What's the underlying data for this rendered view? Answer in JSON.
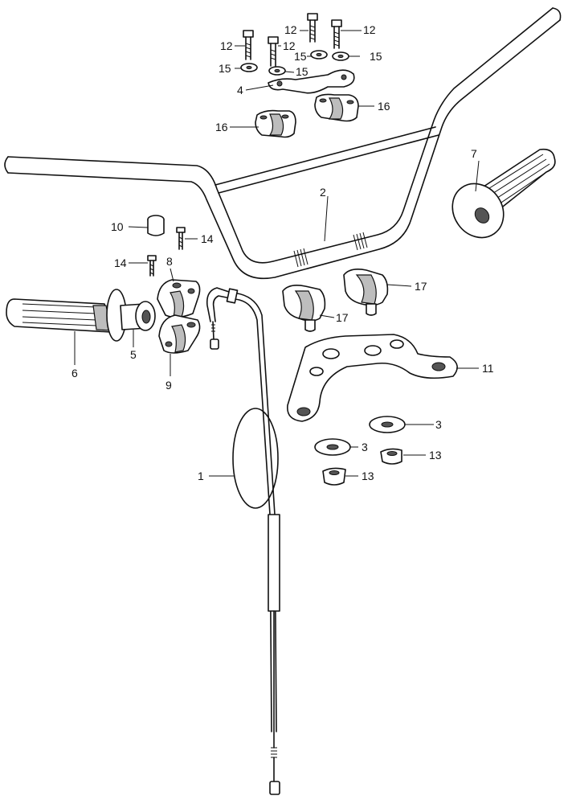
{
  "callouts": {
    "c1": "1",
    "c2": "2",
    "c3a": "3",
    "c3b": "3",
    "c4": "4",
    "c5": "5",
    "c6": "6",
    "c7": "7",
    "c8": "8",
    "c9": "9",
    "c10": "10",
    "c11": "11",
    "c12a": "12",
    "c12b": "12",
    "c12c": "12",
    "c12d": "12",
    "c13a": "13",
    "c13b": "13",
    "c14a": "14",
    "c14b": "14",
    "c15a": "15",
    "c15b": "15",
    "c15c": "15",
    "c15d": "15",
    "c16a": "16",
    "c16b": "16",
    "c17a": "17",
    "c17b": "17"
  },
  "colors": {
    "line": "#111111",
    "background": "#ffffff",
    "shade": "#bdbdbd"
  }
}
